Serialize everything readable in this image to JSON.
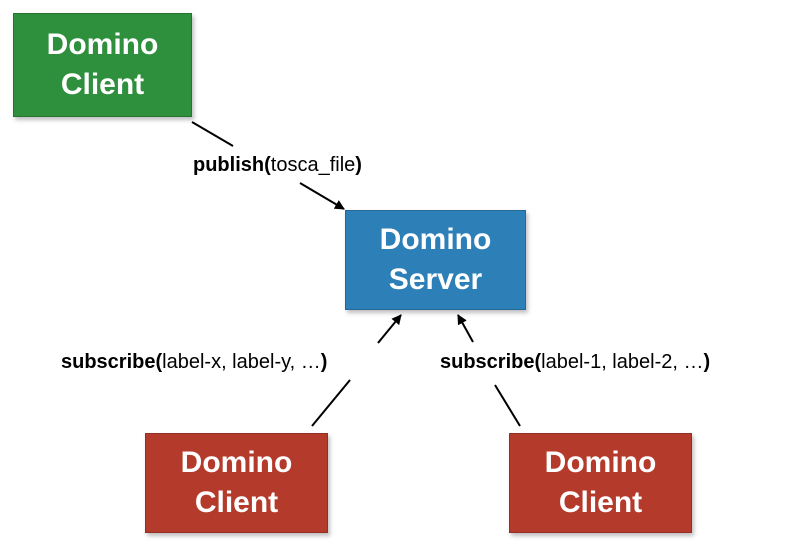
{
  "nodes": {
    "top_client": {
      "label": "Domino\nClient",
      "color": "#2e8f3c"
    },
    "server": {
      "label": "Domino\nServer",
      "color": "#2d7fb8"
    },
    "left_client": {
      "label": "Domino\nClient",
      "color": "#b43a2b"
    },
    "right_client": {
      "label": "Domino\nClient",
      "color": "#b43a2b"
    }
  },
  "edges": {
    "publish": {
      "function": "publish",
      "open": "(",
      "args": "tosca_file",
      "close": ")",
      "from": "top_client",
      "to": "server"
    },
    "subscribe_left": {
      "function": "subscribe",
      "open": "(",
      "args": "label-x, label-y, …",
      "close": ")",
      "from": "left_client",
      "to": "server"
    },
    "subscribe_right": {
      "function": "subscribe",
      "open": "(",
      "args": "label-1, label-2, …",
      "close": ")",
      "from": "right_client",
      "to": "server"
    }
  }
}
